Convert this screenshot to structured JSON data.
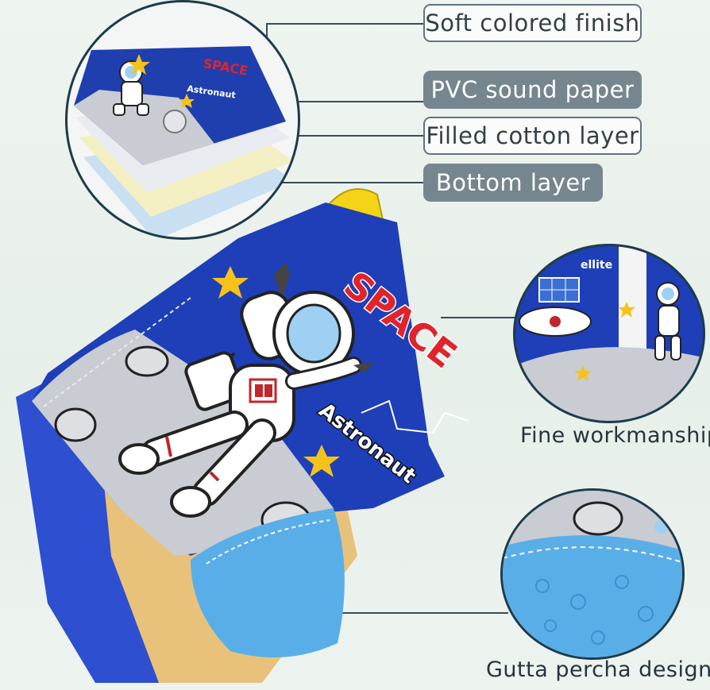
{
  "layers": [
    {
      "label": "Soft colored finish",
      "style": "light"
    },
    {
      "label": "PVC sound paper",
      "style": "dark"
    },
    {
      "label": "Filled cotton layer",
      "style": "light"
    },
    {
      "label": "Bottom layer",
      "style": "dark"
    }
  ],
  "book": {
    "title": "SPACE",
    "subtitle": "Astronaut",
    "detail_tag": "ellite"
  },
  "captions": {
    "workmanship": "Fine workmanship",
    "teether": "Gutta percha design"
  },
  "colors": {
    "book_blue": "#1e3fb8",
    "moon_gray": "#c9ccd2",
    "teether_blue": "#5aaee8",
    "title_red": "#e0242b",
    "star_yellow": "#f5c21a",
    "tag_yellow": "#f3d416"
  },
  "icons": [
    "astronaut-illustration",
    "star-icon",
    "rocket-illustration",
    "satellite-illustration",
    "constellation-lines"
  ]
}
